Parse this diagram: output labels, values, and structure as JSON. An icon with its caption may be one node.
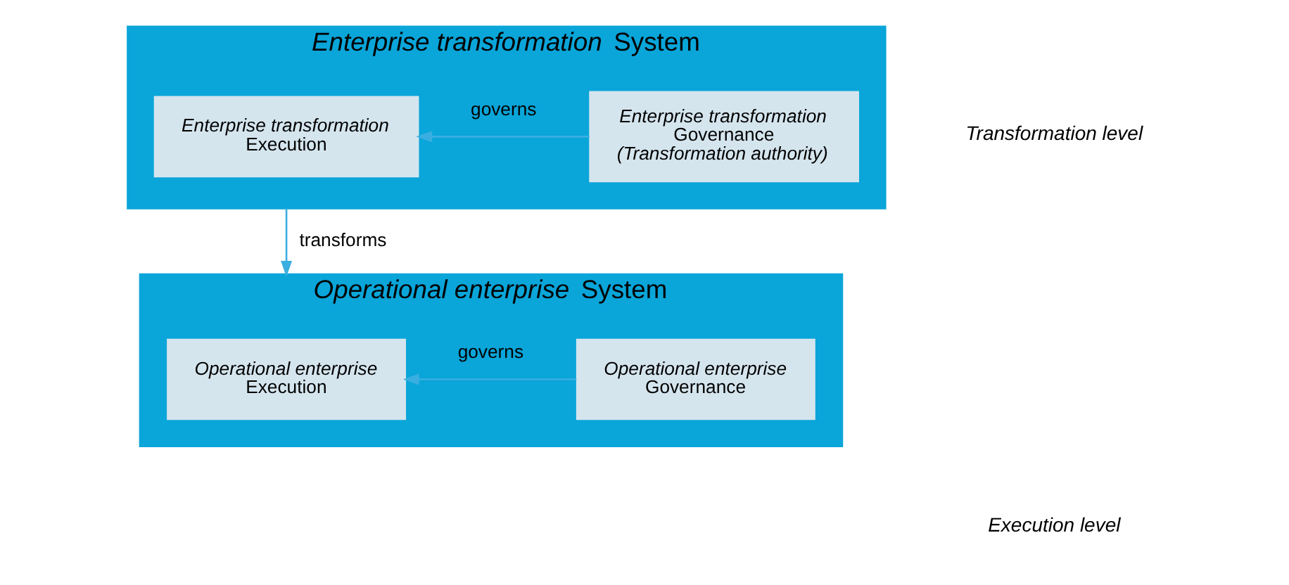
{
  "diagram": {
    "nodes": [
      {
        "text": [
          "*Enterprise transformation* System"
        ]
      },
      {
        "text": [
          "*Enterprise transformation* Execution"
        ],
        "in": 0
      },
      {
        "text": [
          "*Enterprise transformation* Governance *(Transformation authority)*"
        ],
        "in": 0
      },
      {
        "text": [
          "*Operational enterprise* System"
        ]
      },
      {
        "text": [
          "*Operational enterprise* Execution"
        ],
        "in": 3
      },
      {
        "text": [
          "*Operational enterprise* Governance"
        ],
        "in": 3
      }
    ],
    "edges": [
      {
        "from": 2,
        "to": 1,
        "arrow": "to",
        "label": "governs"
      },
      {
        "from": 0,
        "to": 3,
        "arrow": "to",
        "label": "transforms"
      },
      {
        "from": 5,
        "to": 4,
        "arrow": "to",
        "label": "governs"
      }
    ],
    "labels": [
      "Transformation level",
      "Execution level"
    ]
  }
}
